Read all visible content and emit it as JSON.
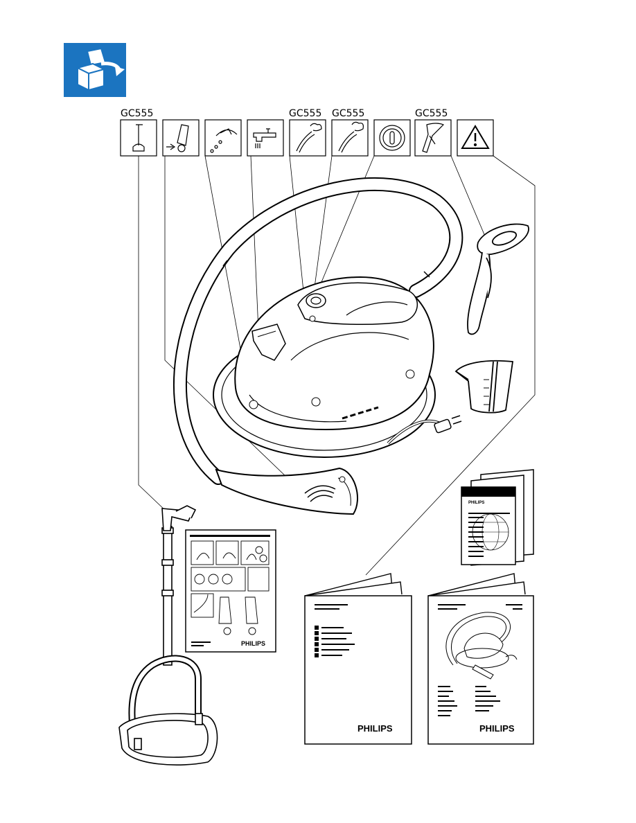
{
  "accent_color": "#1b74c0",
  "header_icon": "unpacking-box-icon",
  "model_labels": {
    "icon1": "GC555",
    "icon5": "GC555",
    "icon6": "GC555",
    "icon8": "GC555"
  },
  "icons": [
    "pole-stand-icon",
    "hang-garment-icon",
    "water-drops-icon",
    "tap-water-icon",
    "steam-nozzle-icon",
    "steam-brush-icon",
    "power-button-icon",
    "hanger-clip-icon",
    "warning-triangle-icon"
  ],
  "booklets": {
    "world_booklet_brand": "PHILIPS",
    "quick_guide_brand": "PHILIPS",
    "manual_left_brand": "PHILIPS",
    "manual_right_brand": "PHILIPS"
  }
}
